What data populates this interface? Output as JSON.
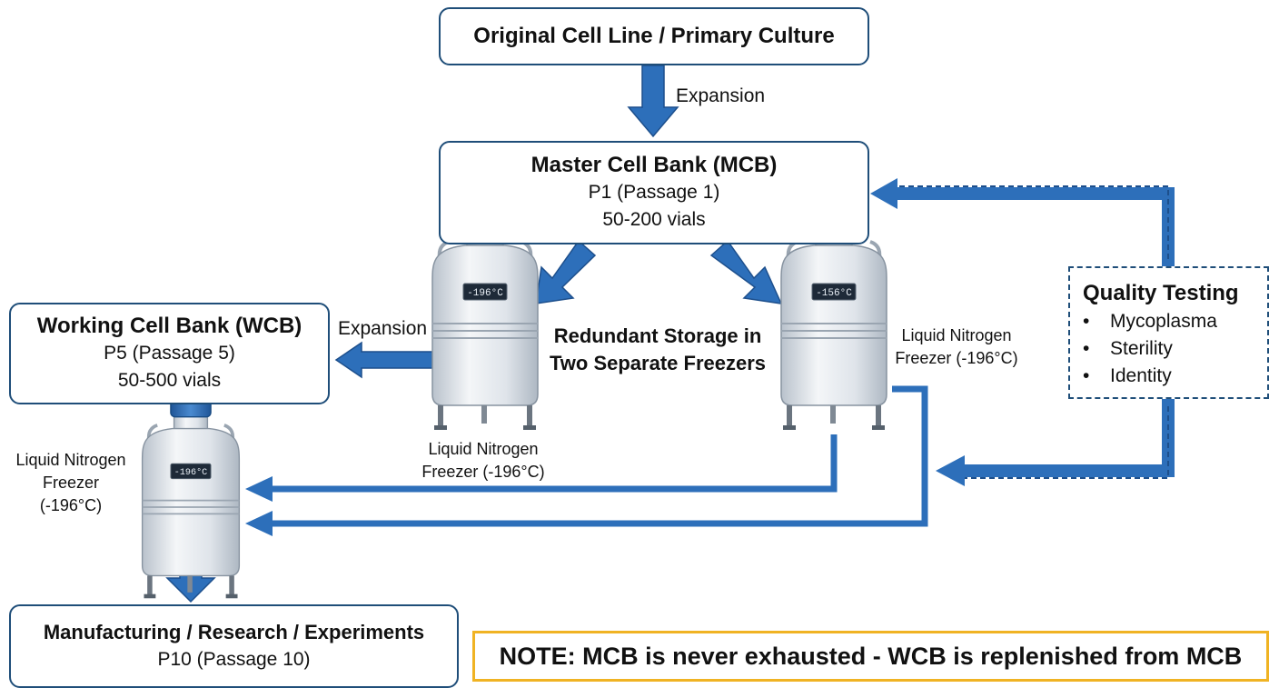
{
  "nodes": {
    "original": {
      "title": "Original Cell Line / Primary Culture"
    },
    "mcb": {
      "title": "Master Cell Bank (MCB)",
      "passage": "P1 (Passage 1)",
      "vials": "50-200 vials"
    },
    "wcb": {
      "title": "Working Cell Bank (WCB)",
      "passage": "P5 (Passage 5)",
      "vials": "50-500 vials"
    },
    "manufacturing": {
      "title": "Manufacturing / Research / Experiments",
      "passage": "P10 (Passage 10)"
    }
  },
  "labels": {
    "expansion_top": "Expansion",
    "expansion_left": "Expansion",
    "redundant_line1": "Redundant Storage in",
    "redundant_line2": "Two Separate Freezers",
    "freezer_center_line1": "Liquid Nitrogen",
    "freezer_center_line2": "Freezer (-196°C)",
    "freezer_right_line1": "Liquid Nitrogen",
    "freezer_right_line2": "Freezer (-196°C)",
    "freezer_left_line1": "Liquid Nitrogen",
    "freezer_left_line2": "Freezer",
    "freezer_left_line3": "(-196°C)"
  },
  "freezers": {
    "center_display": "-196°C",
    "right_display": "-156°C",
    "left_display": "-196°C"
  },
  "quality_testing": {
    "title": "Quality Testing",
    "bullet": "•",
    "items": [
      "Mycoplasma",
      "Sterility",
      "Identity"
    ]
  },
  "note": "NOTE: MCB is never exhausted - WCB is replenished from MCB",
  "colors": {
    "arrow": "#2d6fba",
    "box_border": "#1f4e79",
    "note_border": "#f0b323",
    "tank_body": "#e3e8ee",
    "tank_lid": "#2f6fb5"
  },
  "icons": [
    "liquid-nitrogen-tank-icon"
  ]
}
